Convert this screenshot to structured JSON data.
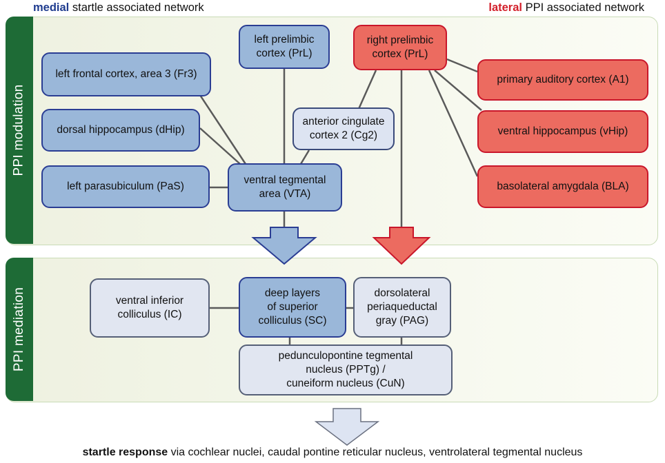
{
  "header": {
    "medial_word": "medial",
    "medial_rest": "startle associated network",
    "lateral_word": "lateral",
    "lateral_rest": "PPI associated network"
  },
  "panels": {
    "modulation_label": "PPI modulation",
    "mediation_label": "PPI mediation"
  },
  "nodes": {
    "fr3": "left frontal cortex, area 3 (Fr3)",
    "dhip": "dorsal hippocampus (dHip)",
    "pas": "left parasubiculum (PaS)",
    "left_prl": "left prelimbic\ncortex (PrL)",
    "vta": "ventral tegmental\narea (VTA)",
    "cg2": "anterior cingulate\ncortex 2 (Cg2)",
    "right_prl": "right prelimbic\ncortex (PrL)",
    "a1": "primary auditory cortex (A1)",
    "vhip": "ventral hippocampus (vHip)",
    "bla": "basolateral amygdala (BLA)",
    "ic": "ventral inferior\ncolliculus (IC)",
    "sc": "deep layers\nof superior\ncolliculus (SC)",
    "pag": "dorsolateral\nperiaqueductal\ngray (PAG)",
    "pptg": "pedunculopontine tegmental\nnucleus (PPTg) /\ncuneiform nucleus (CuN)"
  },
  "footer": {
    "bold": "startle response",
    "rest": "via cochlear nuclei, caudal pontine reticular nucleus, ventrolateral tegmental nucleus"
  },
  "colors": {
    "medial_blue": "#9ab7d9",
    "medial_border": "#2a3d93",
    "lateral_red": "#ec6b60",
    "lateral_border": "#c9162a",
    "panel_tab_green": "#1e6b36",
    "arrow_grey": "#dde4f2"
  }
}
